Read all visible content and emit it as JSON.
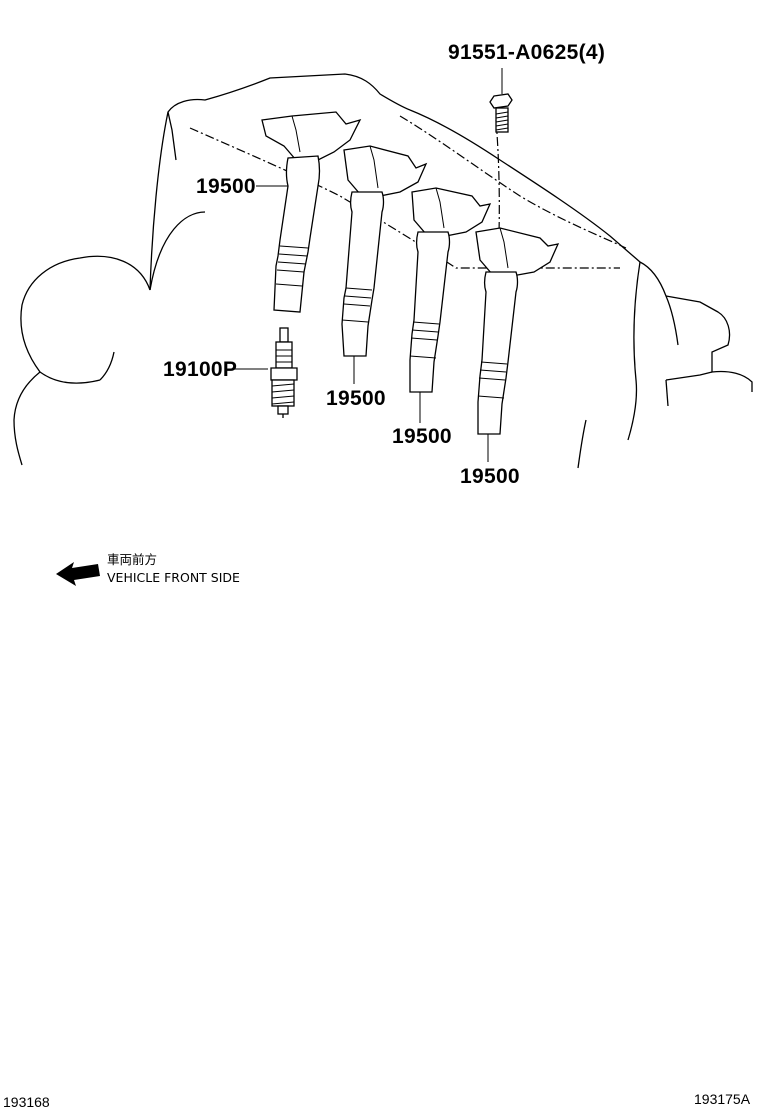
{
  "callouts": {
    "bolt": "91551-A0625(4)",
    "coil_1": "19500",
    "coil_2": "19500",
    "coil_3": "19500",
    "coil_4": "19500",
    "spark_plug": "19100P"
  },
  "direction_note": {
    "line_jp": "車両前方",
    "line_en": "VEHICLE FRONT SIDE"
  },
  "footer": {
    "left_code": "193168",
    "right_code": "193175A"
  }
}
